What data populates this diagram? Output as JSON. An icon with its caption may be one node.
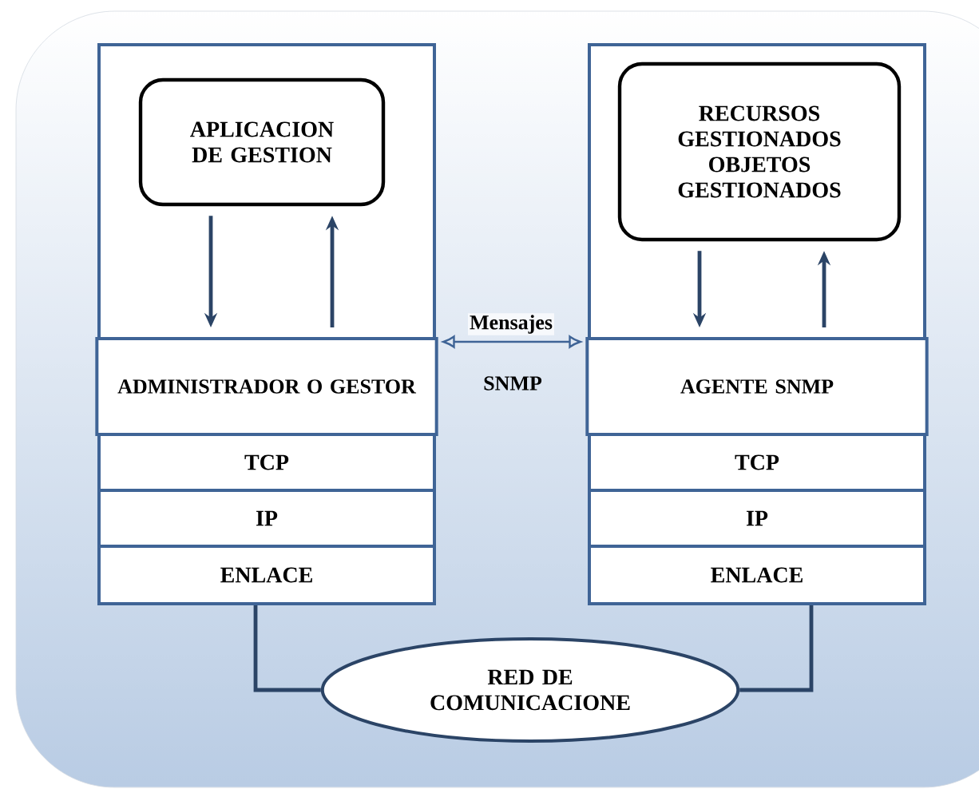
{
  "diagram": {
    "nodes": [
      {
        "text": [],
        "shape": "box"
      },
      {
        "text": [
          "APLICACION DE GESTION"
        ],
        "in": 0
      },
      {
        "text": [
          "ADMINISTRADOR O GESTOR"
        ]
      },
      {
        "text": [
          "TCP"
        ]
      },
      {
        "text": [
          "IP"
        ]
      },
      {
        "text": [
          "ENLACE"
        ]
      },
      {
        "text": [],
        "shape": "box"
      },
      {
        "text": [
          "RECURSOS GESTIONADOS OBJETOS GESTIONADOS"
        ],
        "in": 6
      },
      {
        "text": [
          "AGENTE SNMP"
        ]
      },
      {
        "text": [
          "TCP"
        ]
      },
      {
        "text": [
          "IP"
        ]
      },
      {
        "text": [
          "ENLACE"
        ]
      },
      {
        "text": [
          "RED DE COMUNICACIONE"
        ]
      }
    ],
    "edges": [
      {
        "from": 1,
        "to": 2,
        "arrow": "to"
      },
      {
        "from": 2,
        "to": 1,
        "arrow": "to"
      },
      {
        "from": 7,
        "to": 8,
        "arrow": "to"
      },
      {
        "from": 8,
        "to": 7,
        "arrow": "to"
      },
      {
        "from": 2,
        "to": 8,
        "arrow": "both",
        "label": "Mensajes"
      },
      {
        "from": 5,
        "to": 12,
        "arrow": "none"
      },
      {
        "from": 11,
        "to": 12,
        "arrow": "none"
      }
    ],
    "labels": [
      "SNMP"
    ]
  }
}
